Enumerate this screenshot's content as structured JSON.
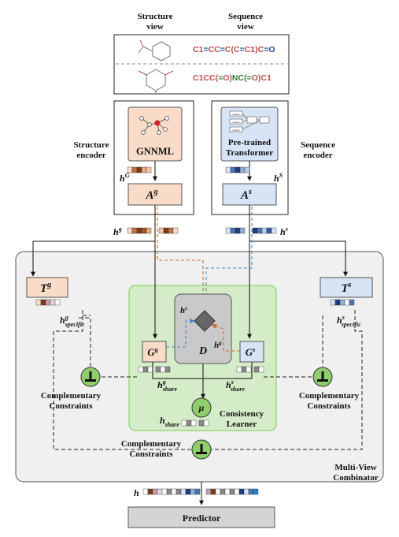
{
  "views": {
    "structure_view": [
      "Structure",
      "view"
    ],
    "sequence_view": [
      "Sequence",
      "view"
    ]
  },
  "smiles": {
    "s1": [
      {
        "t": "C1",
        "c": "#c0504d"
      },
      {
        "t": "=",
        "c": "#1f4e9a"
      },
      {
        "t": "CC",
        "c": "#c0504d"
      },
      {
        "t": "=",
        "c": "#1f4e9a"
      },
      {
        "t": "C(C",
        "c": "#c0504d"
      },
      {
        "t": "=",
        "c": "#1f4e9a"
      },
      {
        "t": "C1)C",
        "c": "#c0504d"
      },
      {
        "t": "=",
        "c": "#1f4e9a"
      },
      {
        "t": "O",
        "c": "#1f4e9a"
      }
    ],
    "s2": [
      {
        "t": "C1CC(",
        "c": "#c0504d"
      },
      {
        "t": "=",
        "c": "#2e7d32"
      },
      {
        "t": "O)",
        "c": "#c0504d"
      },
      {
        "t": "NC(",
        "c": "#2e7d32"
      },
      {
        "t": "=",
        "c": "#2e7d32"
      },
      {
        "t": "O)C1",
        "c": "#c0504d"
      }
    ]
  },
  "encoders": {
    "structure_label": [
      "Structure",
      "encoder"
    ],
    "sequence_label": [
      "Sequence",
      "encoder"
    ],
    "gnnml": "GNNML",
    "transformer": [
      "Pre-trained",
      "Transformer"
    ],
    "transformer_mini": [
      "Linear",
      "Linear",
      "Linear"
    ]
  },
  "symbols": {
    "hG": "h",
    "hG_sup": "G",
    "hS": "h",
    "hS_sup": "S",
    "Ag": "A",
    "Ag_sup": "g",
    "As": "A",
    "As_sup": "s",
    "hg": "h",
    "hg_sup": "g",
    "hs": "h",
    "hs_sup": "s",
    "Tg": "T",
    "Tg_sup": "g",
    "Ts": "T",
    "Ts_sup": "s",
    "hg_specific": "h",
    "hg_specific_sup": "g",
    "hg_specific_sub": "specific",
    "hs_specific": "h",
    "hs_specific_sup": "s",
    "hs_specific_sub": "specific",
    "Gg": "G",
    "Gg_sup": "g",
    "Gs": "G",
    "Gs_sup": "s",
    "D": "D",
    "hs_in_D": "h",
    "hs_in_D_sup": "s",
    "hg_in_D": "h",
    "hg_in_D_sup": "g",
    "hg_share": "h",
    "hg_share_sup": "g",
    "hg_share_sub": "share",
    "hs_share": "h",
    "hs_share_sup": "s",
    "hs_share_sub": "share",
    "mu": "μ",
    "h_share": "h",
    "h_share_sub": "share",
    "h_final": "h"
  },
  "labels": {
    "complementary_left": [
      "Complementary",
      "Constraints"
    ],
    "complementary_right": [
      "Complementary",
      "Constraints"
    ],
    "complementary_bottom": [
      "Complementary",
      "Constraints"
    ],
    "consistency": [
      "Consistency",
      "Learner"
    ],
    "combinator": [
      "Multi-View",
      "Combinator"
    ],
    "predictor": "Predictor"
  },
  "colors": {
    "structure_fill": "#f9dcc8",
    "sequence_fill": "#d6e4f5",
    "learner_fill": "#d5ecc9",
    "learner_stroke": "#8fce6b",
    "discriminator_fill": "#c9c9c9",
    "combinator_fill": "#f0f0f0",
    "predictor_fill": "#d4d4d4",
    "orange_dash": "#d06a2a",
    "blue_dash": "#4a86c8"
  }
}
